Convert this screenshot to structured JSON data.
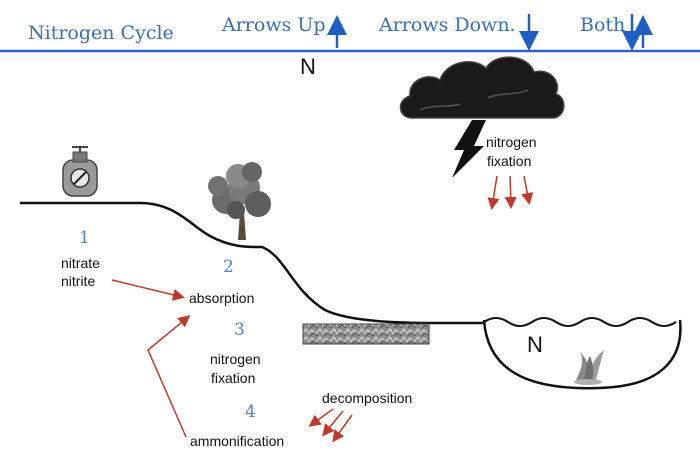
{
  "header": {
    "title": "Nitrogen Cycle",
    "arrows_up": "Arrows Up",
    "arrows_down": "Arrows Down.",
    "both": "Both"
  },
  "labels": {
    "n_top": "N",
    "cloud_fixation_line1": "nitrogen",
    "cloud_fixation_line2": "fixation",
    "step1_num": "1",
    "step1_line1": "nitrate",
    "step1_line2": "nitrite",
    "step2_num": "2",
    "step2_label": "absorption",
    "step3_num": "3",
    "step3_line1": "nitrogen",
    "step3_line2": "fixation",
    "step4_num": "4",
    "step4_label": "ammonification",
    "decomposition": "decomposition",
    "n_pond": "N"
  },
  "colors": {
    "header_blue": "#3a6fb8",
    "arrow_blue": "#1f5fc4",
    "arrow_red": "#c0392b",
    "number_blue": "#4a86c8"
  }
}
